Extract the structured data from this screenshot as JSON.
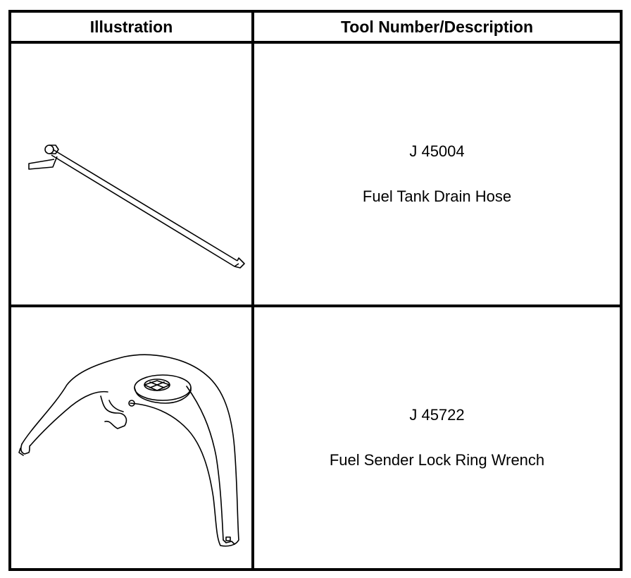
{
  "table": {
    "headers": {
      "illustration": "Illustration",
      "tool": "Tool Number/Description"
    },
    "rows": [
      {
        "illustration_icon": "fuel-tank-drain-hose-illustration",
        "tool_number": "J 45004",
        "description": "Fuel Tank Drain Hose"
      },
      {
        "illustration_icon": "fuel-sender-lock-ring-wrench-illustration",
        "tool_number": "J 45722",
        "description": "Fuel Sender Lock Ring Wrench"
      }
    ]
  }
}
